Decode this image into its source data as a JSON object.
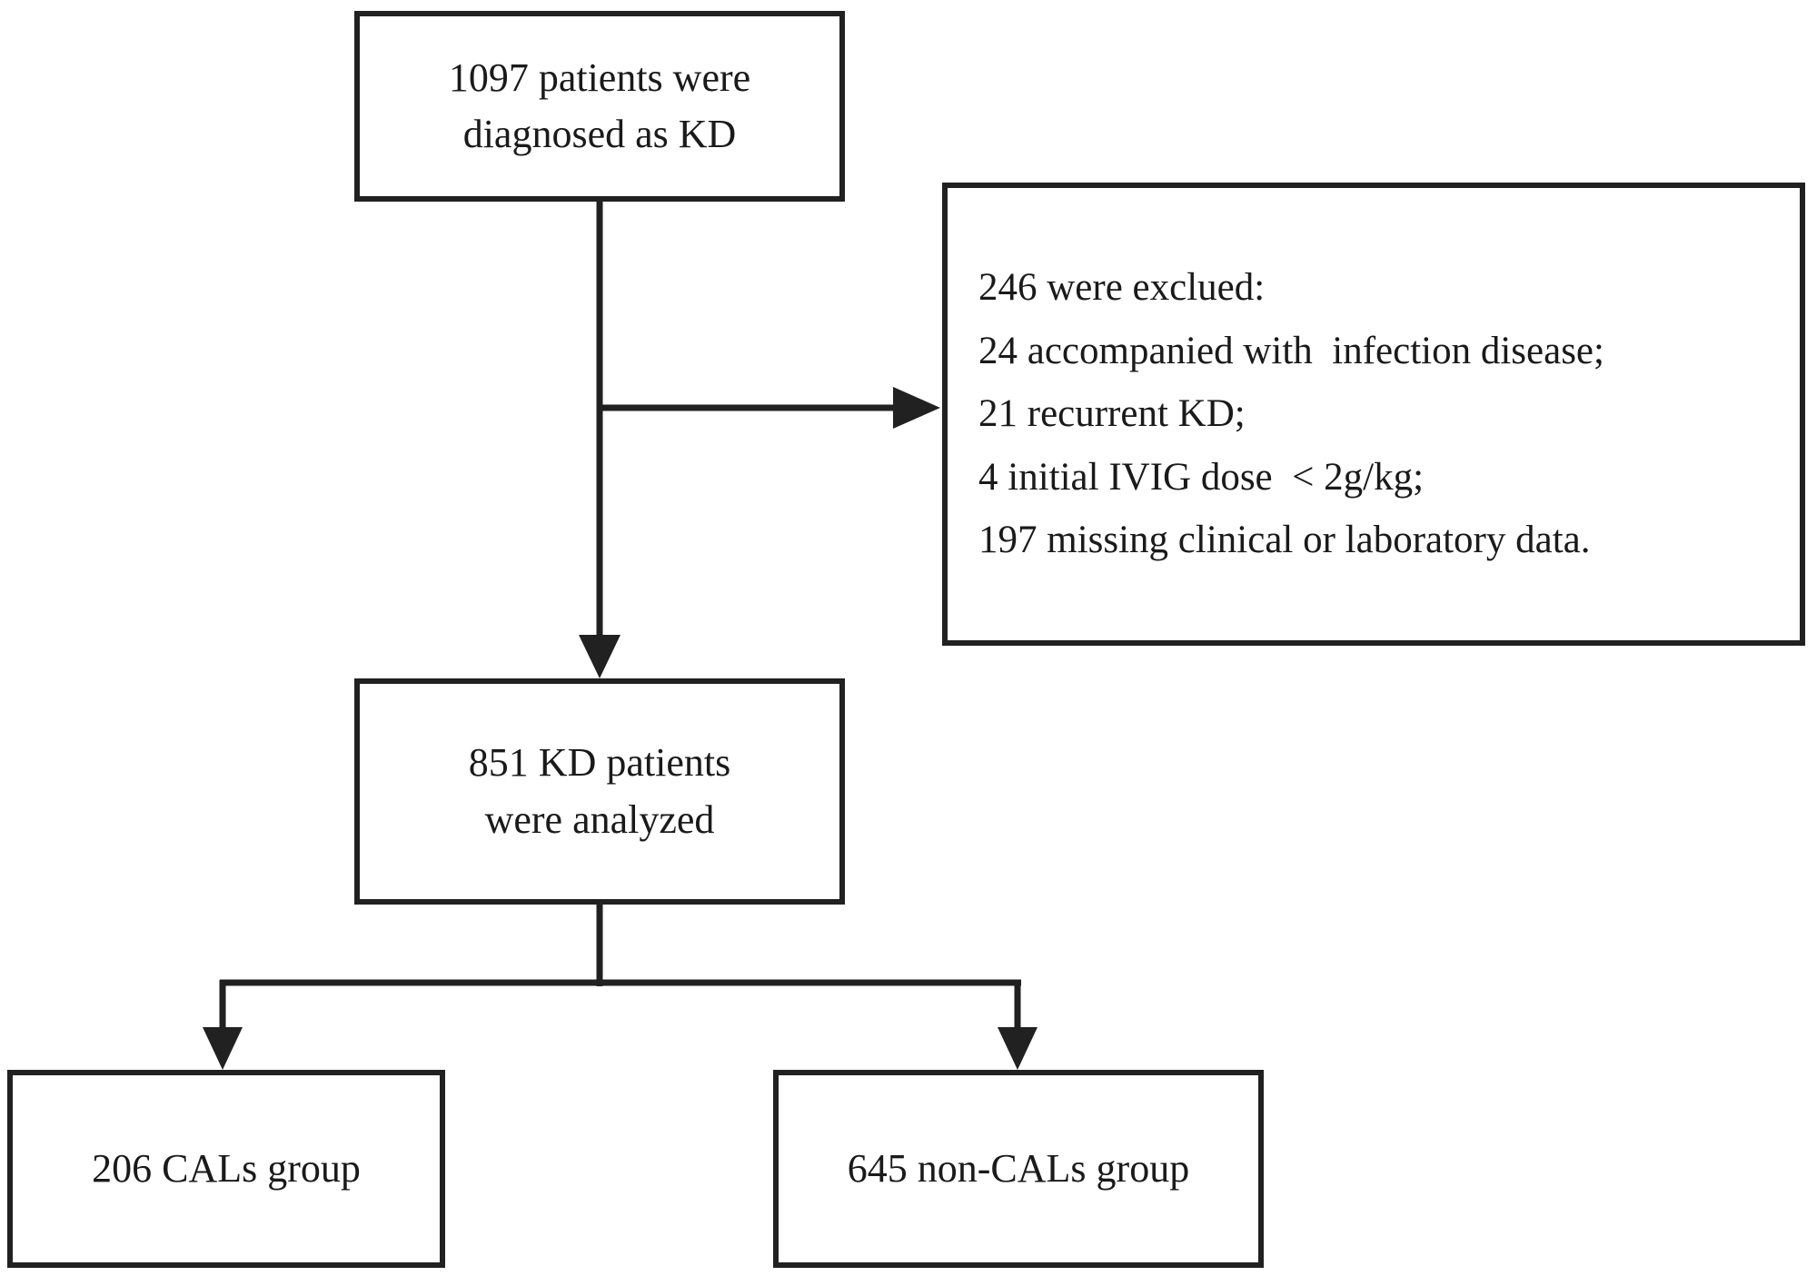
{
  "diagram": {
    "title": "KD patient selection flowchart",
    "colors": {
      "line": "#212121",
      "background": "#ffffff",
      "text": "#1a1a1a"
    },
    "top_box": {
      "line1": "1097 patients were",
      "line2": "diagnosed as KD"
    },
    "exclusion_box": {
      "lines": [
        "246 were exclued:",
        "24 accompanied with  infection disease;",
        "21 recurrent KD;",
        "4 initial IVIG dose  < 2g/kg;",
        "197 missing clinical or laboratory data."
      ]
    },
    "analyzed_box": {
      "line1": "851 KD patients",
      "line2": "were analyzed"
    },
    "cals_box": {
      "label": "206 CALs group"
    },
    "non_cals_box": {
      "label": "645 non-CALs group"
    }
  }
}
